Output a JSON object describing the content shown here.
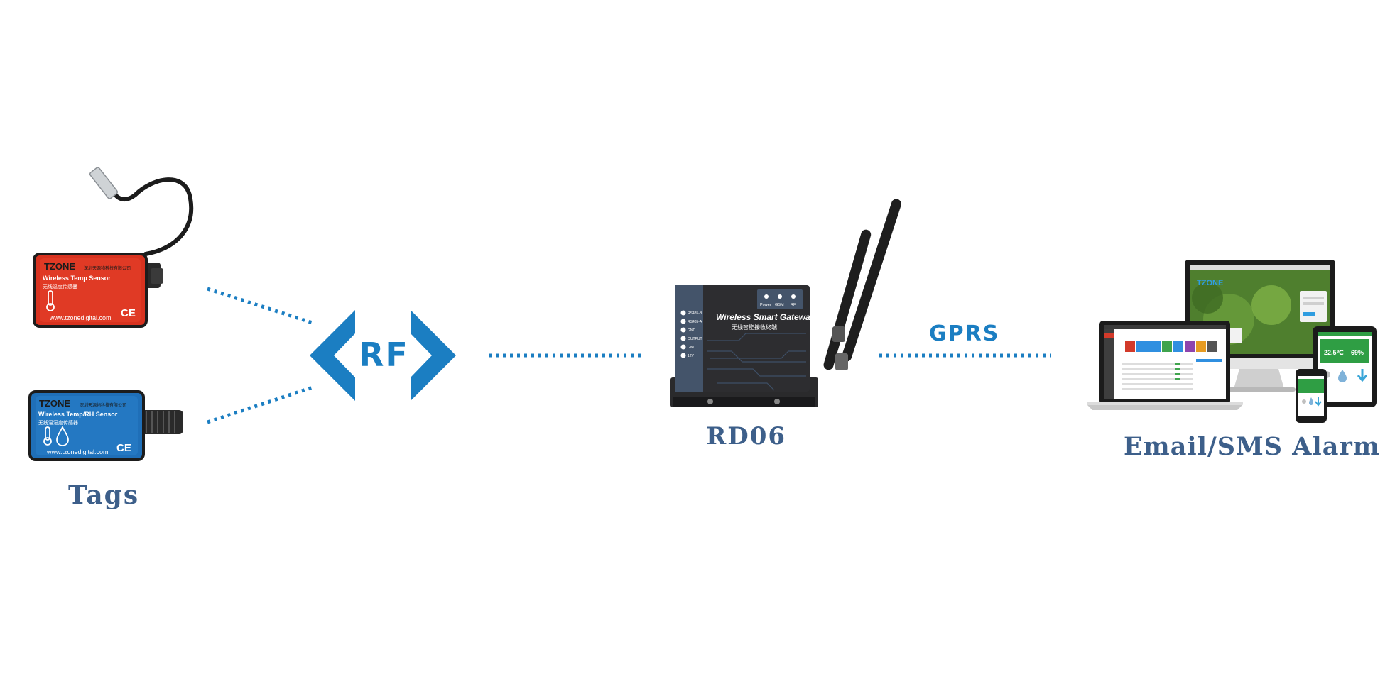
{
  "labels": {
    "tags": "Tags",
    "rf": "RF",
    "gateway": "RD06",
    "gprs": "GPRS",
    "alarm": "Email/SMS Alarm"
  },
  "red_sensor": {
    "brand": "TZONE",
    "brand_sub": "深圳天源物科技有限公司",
    "title": "Wireless Temp Sensor",
    "subtitle": "无线温度传感器",
    "url": "www.tzonedigital.com",
    "ce": "CE",
    "color": "#d7321f"
  },
  "blue_sensor": {
    "brand": "TZONE",
    "brand_sub": "深圳天源物科技有限公司",
    "title": "Wireless Temp/RH Sensor",
    "subtitle": "无线温湿度传感器",
    "url": "www.tzonedigital.com",
    "ce": "CE",
    "color": "#1f6fb8"
  },
  "gateway_device": {
    "title": "Wireless Smart Gateway",
    "subtitle": "无线智能接收终端",
    "leds": [
      "Power",
      "GSM",
      "RF"
    ],
    "ports": [
      "RS485-B",
      "RS485-A",
      "GND",
      "OUTPUT",
      "GND",
      "12V"
    ]
  },
  "devices_screen": {
    "brand": "TZONE",
    "tablet_temp": "22.5℃",
    "tablet_rh": "69%"
  },
  "colors": {
    "accent_blue": "#1b7ec2",
    "label_navy": "#3d5f8a",
    "device_dark": "#2a2a2c"
  }
}
